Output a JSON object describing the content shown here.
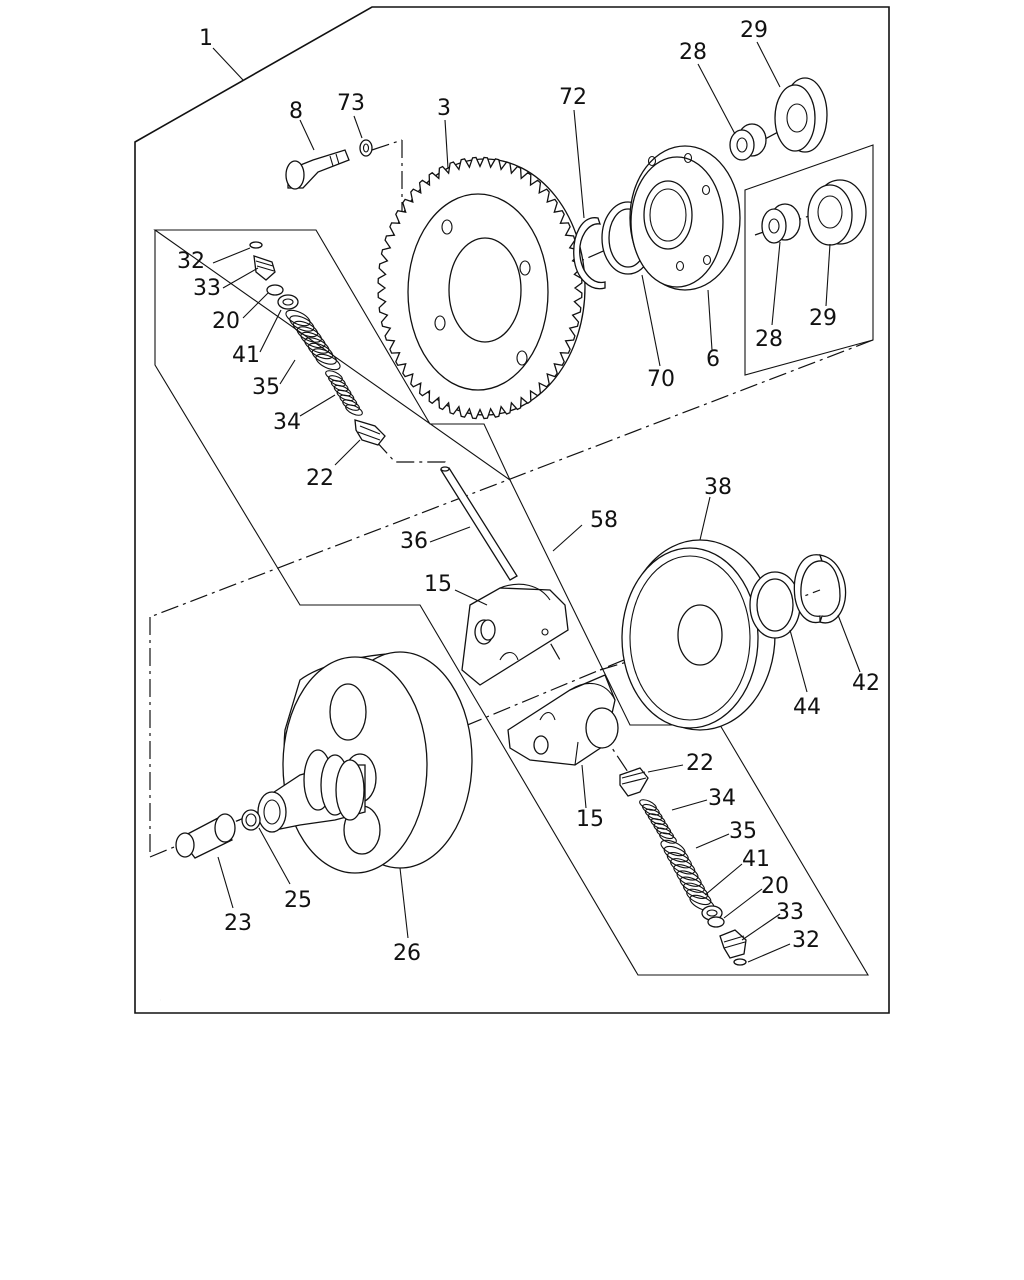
{
  "callouts": {
    "c1": "1",
    "c3": "3",
    "c6": "6",
    "c8": "8",
    "c15a": "15",
    "c15b": "15",
    "c20a": "20",
    "c20b": "20",
    "c22a": "22",
    "c22b": "22",
    "c23": "23",
    "c25": "25",
    "c26": "26",
    "c28a": "28",
    "c28b": "28",
    "c29a": "29",
    "c29b": "29",
    "c32a": "32",
    "c32b": "32",
    "c33a": "33",
    "c33b": "33",
    "c34a": "34",
    "c34b": "34",
    "c35a": "35",
    "c35b": "35",
    "c36": "36",
    "c38": "38",
    "c41a": "41",
    "c41b": "41",
    "c42": "42",
    "c44": "44",
    "c58": "58",
    "c70": "70",
    "c72": "72",
    "c73": "73"
  }
}
